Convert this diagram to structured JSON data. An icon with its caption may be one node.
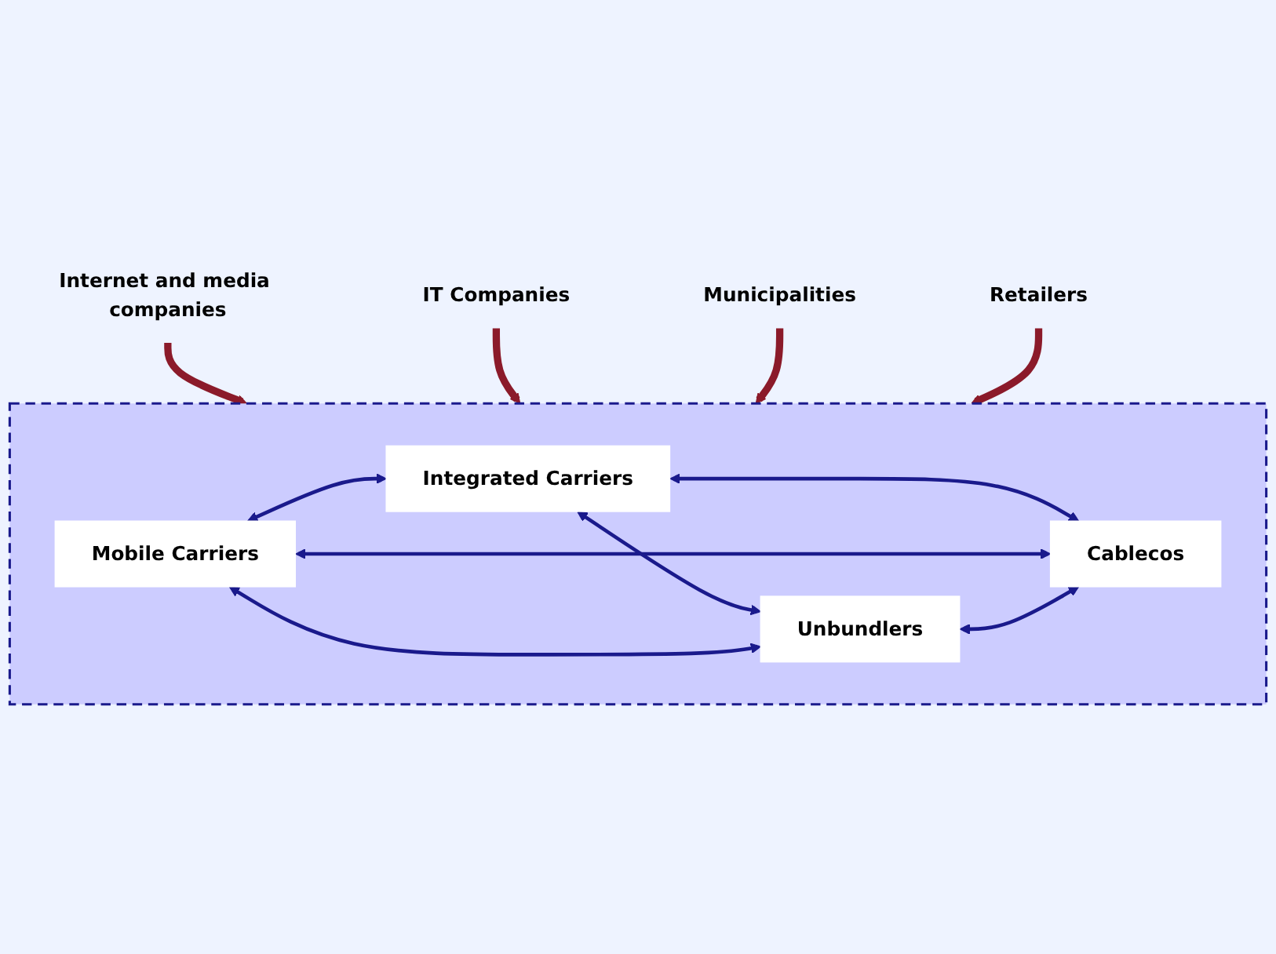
{
  "diagram": {
    "nodes": [
      {
        "text": [
          "Internet and media companies"
        ]
      },
      {
        "text": [],
        "shape": "box"
      },
      {
        "text": [
          "Integrated Carriers"
        ],
        "in": 1
      },
      {
        "text": [
          "Mobile Carriers"
        ],
        "in": 1
      },
      {
        "text": [
          "Cablecos"
        ],
        "in": 1
      },
      {
        "text": [
          "Unbundlers"
        ],
        "in": 1
      },
      {
        "text": [
          "IT Companies"
        ]
      },
      {
        "text": [
          "Municipalities"
        ]
      },
      {
        "text": [
          "Retailers"
        ]
      }
    ],
    "edges": [
      {
        "from": 3,
        "to": 2,
        "arrow": "both"
      },
      {
        "from": 2,
        "to": 4,
        "arrow": "both"
      },
      {
        "from": 3,
        "to": 4,
        "arrow": "both"
      },
      {
        "from": 2,
        "to": 5,
        "arrow": "both"
      },
      {
        "from": 3,
        "to": 5,
        "arrow": "both"
      },
      {
        "from": 5,
        "to": 4,
        "arrow": "both"
      },
      {
        "from": 0,
        "to": 1,
        "arrow": "to",
        "style": "thick",
        "color": "#8b1a2a"
      },
      {
        "from": 6,
        "to": 1,
        "arrow": "to",
        "style": "thick",
        "color": "#8b1a2a"
      },
      {
        "from": 7,
        "to": 1,
        "arrow": "to",
        "style": "thick",
        "color": "#8b1a2a"
      },
      {
        "from": 8,
        "to": 1,
        "arrow": "to",
        "style": "thick",
        "color": "#8b1a2a"
      }
    ]
  }
}
